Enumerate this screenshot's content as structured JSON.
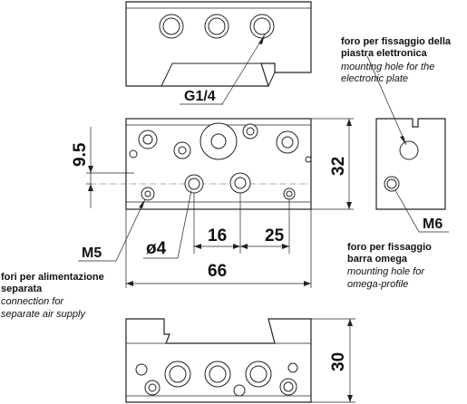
{
  "views": {
    "top": {
      "thread_label": "G1/4"
    },
    "front": {
      "dim_height_offset": "9.5",
      "dim_height": "32",
      "dim_length": "66",
      "dim_pitch_1": "16",
      "dim_pitch_2": "25",
      "dim_hole_diameter": "ø4",
      "dim_thread_m5": "M5"
    },
    "side": {
      "dim_thread_m6": "M6"
    },
    "bottom": {
      "dim_height": "30"
    }
  },
  "notes": {
    "electronic_plate": {
      "it_line1": "foro per fissaggio della",
      "it_line2": "piastra elettronica",
      "en_line1": "mounting hole for the",
      "en_line2": "electronic plate"
    },
    "omega": {
      "it_line1": "foro per fissaggio",
      "it_line2": "barra omega",
      "en_line1": "mounting hole for",
      "en_line2": "omega-profile"
    },
    "air_supply": {
      "it_line1": "fori per alimentazione",
      "it_line2": "separata",
      "en_line1": "connection for",
      "en_line2": "separate air supply"
    }
  }
}
